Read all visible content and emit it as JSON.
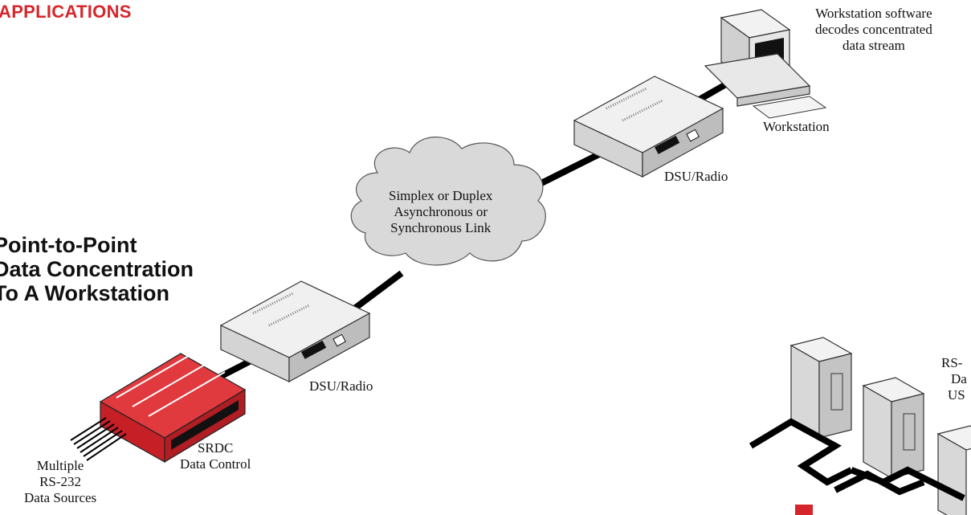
{
  "header": {
    "text": "APPLICATIONS"
  },
  "title": {
    "lines": [
      "Point-to-Point",
      "Data Concentration",
      "To A Workstation"
    ]
  },
  "labels": {
    "workstation_note": [
      "Workstation software",
      "decodes concentrated",
      "data stream"
    ],
    "workstation": "Workstation",
    "dsu_top": "DSU/Radio",
    "cloud": [
      "Simplex or Duplex",
      "Asynchronous or",
      "Synchronous Link"
    ],
    "dsu_bottom": "DSU/Radio",
    "srdc": [
      "SRDC",
      "Data Control"
    ],
    "sources": [
      "Multiple",
      "RS-232",
      "Data Sources"
    ],
    "right_partial": [
      "RS-",
      "Da",
      "US"
    ]
  },
  "colors": {
    "header": "#d7262b",
    "srdc_red": "#d7262b",
    "device_gray": "#e6e6e6",
    "cloud_gray": "#d9d9d9",
    "cable": "#000000"
  },
  "icons": {
    "workstation": "computer-icon",
    "dsu": "modem-icon",
    "srdc": "data-concentrator-icon",
    "servers": "server-tower-icon"
  }
}
